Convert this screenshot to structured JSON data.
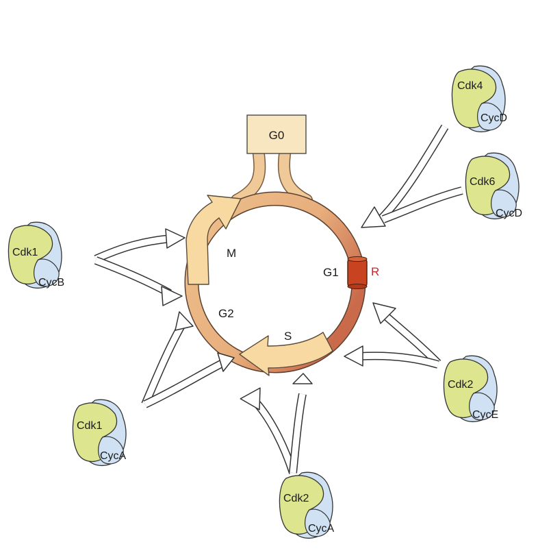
{
  "colors": {
    "cdk": "#dde68f",
    "cyc": "#cfe1f2",
    "ring": "#ebb883",
    "arrow_fill": "#f8d9a2",
    "restriction": "#c8431f",
    "restriction_label": "#c8272d",
    "g0_box": "#f8e6c0"
  },
  "g0_label": "G0",
  "phases": {
    "m": "M",
    "g1": "G1",
    "g2": "G2",
    "s": "S",
    "r": "R"
  },
  "complexes": [
    {
      "id": "cdk4-cycd",
      "cdk": "Cdk4",
      "cyc": "CycD"
    },
    {
      "id": "cdk6-cycd",
      "cdk": "Cdk6",
      "cyc": "CycD"
    },
    {
      "id": "cdk1-cycb",
      "cdk": "Cdk1",
      "cyc": "CycB"
    },
    {
      "id": "cdk2-cyce",
      "cdk": "Cdk2",
      "cyc": "CycE"
    },
    {
      "id": "cdk1-cyca",
      "cdk": "Cdk1",
      "cyc": "CycA"
    },
    {
      "id": "cdk2-cyca",
      "cdk": "Cdk2",
      "cyc": "CycA"
    }
  ]
}
